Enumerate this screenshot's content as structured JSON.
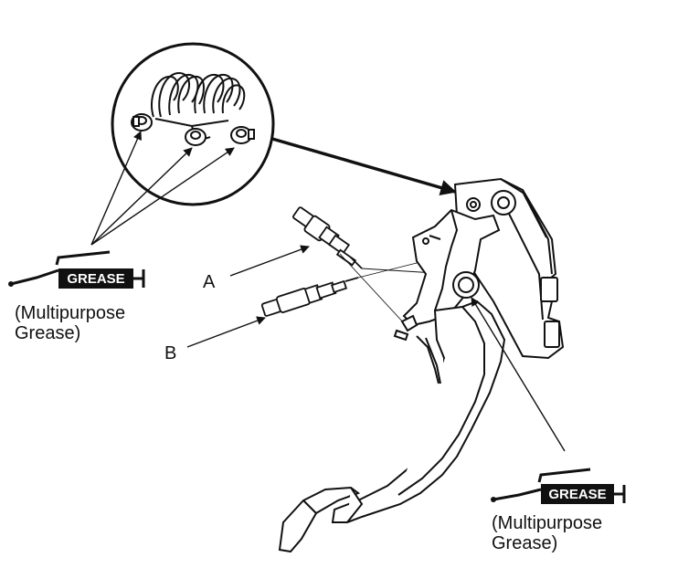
{
  "callouts": {
    "part_a": "A",
    "part_b": "B"
  },
  "grease_left": {
    "badge_label": "GREASE",
    "caption_line1": "(Multipurpose",
    "caption_line2": "Grease)"
  },
  "grease_right": {
    "badge_label": "GREASE",
    "caption_line1": "(Multipurpose",
    "caption_line2": "Grease)"
  },
  "colors": {
    "ink": "#111111",
    "background": "#ffffff"
  }
}
